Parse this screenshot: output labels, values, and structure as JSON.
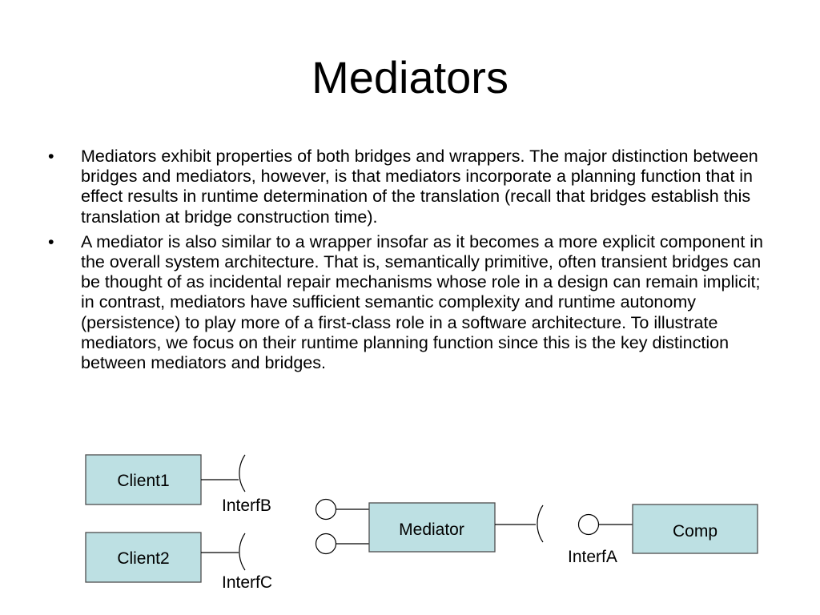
{
  "slide": {
    "title": "Mediators",
    "bullet_symbol": "•",
    "bullets": [
      "Mediators exhibit properties of both bridges and wrappers. The major distinction between bridges and mediators, however, is that mediators incorporate a planning function that in effect results in runtime determination of the translation (recall that bridges establish this translation at bridge construction time).",
      "A mediator is also similar to a wrapper insofar as it becomes a more explicit component in the overall system architecture. That is, semantically primitive, often transient bridges can be thought of as incidental repair mechanisms whose role in a design can remain implicit; in contrast, mediators have sufficient semantic complexity and runtime autonomy (persistence) to play more of a first-class role in a software architecture. To illustrate mediators, we focus on their runtime planning function since this is the key distinction between mediators and bridges."
    ]
  },
  "diagram": {
    "colors": {
      "box_fill": "#bde0e3",
      "box_border": "#4d4d4d"
    },
    "components": {
      "client1": "Client1",
      "client2": "Client2",
      "mediator": "Mediator",
      "comp": "Comp"
    },
    "interfaces": {
      "interf_b": "InterfB",
      "interf_c": "InterfC",
      "interf_a": "InterfA"
    }
  }
}
